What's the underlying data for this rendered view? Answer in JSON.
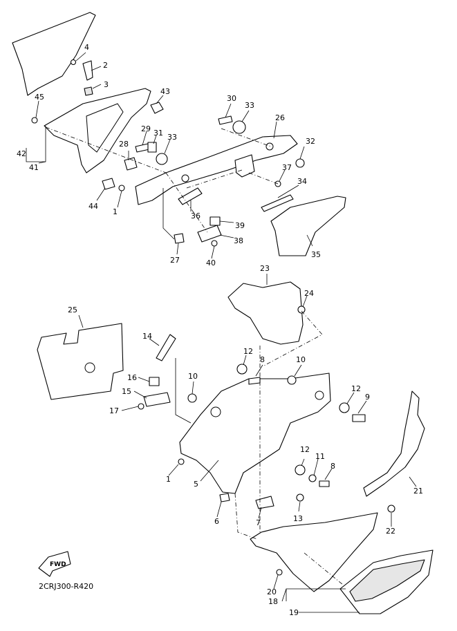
{
  "drawing_code": "2CRJ300-R420",
  "fwd_label": "FWD",
  "callouts": [
    {
      "id": "c1a",
      "text": "1"
    },
    {
      "id": "c1b",
      "text": "1"
    },
    {
      "id": "c2",
      "text": "2"
    },
    {
      "id": "c3",
      "text": "3"
    },
    {
      "id": "c4",
      "text": "4"
    },
    {
      "id": "c5",
      "text": "5"
    },
    {
      "id": "c6",
      "text": "6"
    },
    {
      "id": "c7",
      "text": "7"
    },
    {
      "id": "c8a",
      "text": "8"
    },
    {
      "id": "c8b",
      "text": "8"
    },
    {
      "id": "c9",
      "text": "9"
    },
    {
      "id": "c10a",
      "text": "10"
    },
    {
      "id": "c10b",
      "text": "10"
    },
    {
      "id": "c11",
      "text": "11"
    },
    {
      "id": "c12a",
      "text": "12"
    },
    {
      "id": "c12b",
      "text": "12"
    },
    {
      "id": "c12c",
      "text": "12"
    },
    {
      "id": "c13",
      "text": "13"
    },
    {
      "id": "c14",
      "text": "14"
    },
    {
      "id": "c15",
      "text": "15"
    },
    {
      "id": "c16",
      "text": "16"
    },
    {
      "id": "c17",
      "text": "17"
    },
    {
      "id": "c18",
      "text": "18"
    },
    {
      "id": "c19",
      "text": "19"
    },
    {
      "id": "c20",
      "text": "20"
    },
    {
      "id": "c21",
      "text": "21"
    },
    {
      "id": "c22",
      "text": "22"
    },
    {
      "id": "c23",
      "text": "23"
    },
    {
      "id": "c24",
      "text": "24"
    },
    {
      "id": "c25",
      "text": "25"
    },
    {
      "id": "c26",
      "text": "26"
    },
    {
      "id": "c27",
      "text": "27"
    },
    {
      "id": "c28",
      "text": "28"
    },
    {
      "id": "c29",
      "text": "29"
    },
    {
      "id": "c30",
      "text": "30"
    },
    {
      "id": "c31",
      "text": "31"
    },
    {
      "id": "c32",
      "text": "32"
    },
    {
      "id": "c33a",
      "text": "33"
    },
    {
      "id": "c33b",
      "text": "33"
    },
    {
      "id": "c34",
      "text": "34"
    },
    {
      "id": "c35",
      "text": "35"
    },
    {
      "id": "c36",
      "text": "36"
    },
    {
      "id": "c37",
      "text": "37"
    },
    {
      "id": "c38",
      "text": "38"
    },
    {
      "id": "c39",
      "text": "39"
    },
    {
      "id": "c40",
      "text": "40"
    },
    {
      "id": "c41",
      "text": "41"
    },
    {
      "id": "c42",
      "text": "42"
    },
    {
      "id": "c43",
      "text": "43"
    },
    {
      "id": "c44",
      "text": "44"
    },
    {
      "id": "c45",
      "text": "45"
    }
  ]
}
